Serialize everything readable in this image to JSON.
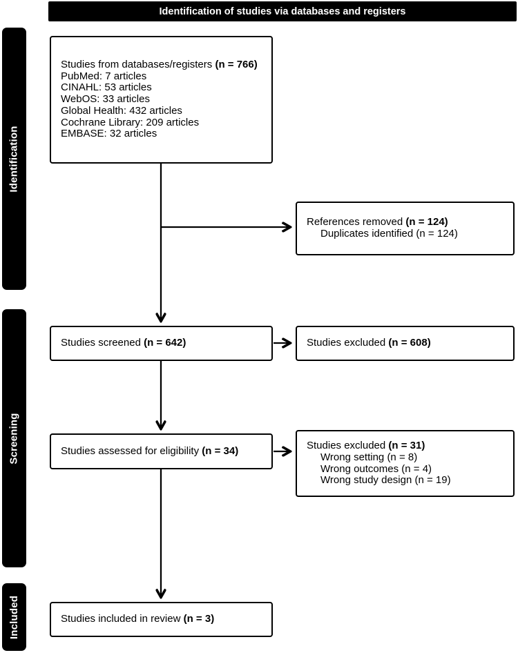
{
  "header": {
    "title": "Identification of studies via databases and registers"
  },
  "sidebar": {
    "identification_label": "Identification",
    "screening_label": "Screening",
    "included_label": "Included"
  },
  "boxes": {
    "databases": {
      "lines": [
        {
          "pre": "Studies from databases/registers ",
          "bold": "(n = 766)"
        },
        {
          "pre": "PubMed: 7 articles"
        },
        {
          "pre": "CINAHL: 53 articles"
        },
        {
          "pre": "WebOS: 33 articles"
        },
        {
          "pre": "Global Health: 432 articles"
        },
        {
          "pre": "Cochrane Library: 209 articles"
        },
        {
          "pre": "EMBASE: 32 articles"
        }
      ]
    },
    "references_removed": {
      "lines": [
        {
          "pre": "References removed ",
          "bold": "(n = 124)"
        },
        {
          "pre": "Duplicates identified (n = 124)"
        }
      ]
    },
    "screened": {
      "lines": [
        {
          "pre": "Studies screened ",
          "bold": "(n = 642)"
        }
      ]
    },
    "excluded_screening": {
      "lines": [
        {
          "pre": "Studies excluded ",
          "bold": "(n = 608)"
        }
      ]
    },
    "assessed": {
      "lines": [
        {
          "pre": "Studies assessed for eligibility ",
          "bold": "(n = 34)"
        }
      ]
    },
    "excluded_eligibility": {
      "lines": [
        {
          "pre": "Studies excluded ",
          "bold": "(n = 31)"
        },
        {
          "pre": "Wrong setting (n = 8)"
        },
        {
          "pre": "Wrong outcomes (n = 4)"
        },
        {
          "pre": "Wrong study design (n = 19)"
        }
      ]
    },
    "included_review": {
      "lines": [
        {
          "pre": "Studies included in review ",
          "bold": "(n = 3)"
        }
      ]
    }
  },
  "colors": {
    "banner_bg": "#000000",
    "banner_text": "#ffffff",
    "box_border": "#000000",
    "box_bg": "#ffffff",
    "arrow": "#000000",
    "text": "#000000"
  }
}
